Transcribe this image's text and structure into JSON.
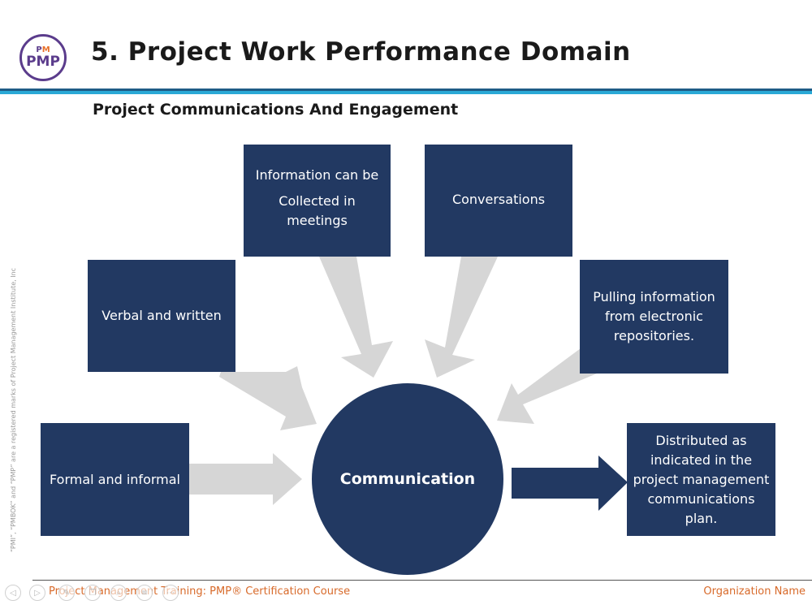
{
  "header": {
    "logo_top_pre": "P",
    "logo_top_accent": "M",
    "logo_main": "PMP",
    "title": "5. Project Work Performance Domain"
  },
  "subtitle": "Project Communications And Engagement",
  "side_note": "“PMI”, “PMBOK” and “PMP” are a registered marks of Project Management Institute, Inc",
  "diagram": {
    "center": "Communication",
    "boxes": {
      "formal": "Formal and informal",
      "verbal": "Verbal and written",
      "meetings_line1": "Information can be",
      "meetings_line2": "Collected in meetings",
      "conversations": "Conversations",
      "pulling": "Pulling information from electronic repositories.",
      "distributed": "Distributed as indicated in the project management communications plan."
    }
  },
  "colors": {
    "box": "#223962",
    "arrow_input": "#d6d6d6",
    "arrow_output": "#223962",
    "footer_text": "#d86a2a"
  },
  "footer": {
    "left": "Project Management Training: PMP® Certification Course",
    "right": "Organization Name"
  },
  "nav_icons": [
    "prev-icon",
    "next-icon",
    "pen-icon",
    "copy-icon",
    "search-icon",
    "menu-icon",
    "more-icon"
  ],
  "nav_glyphs": [
    "◁",
    "▷",
    "✎",
    "❐",
    "⌕",
    "≡",
    "⋯"
  ]
}
